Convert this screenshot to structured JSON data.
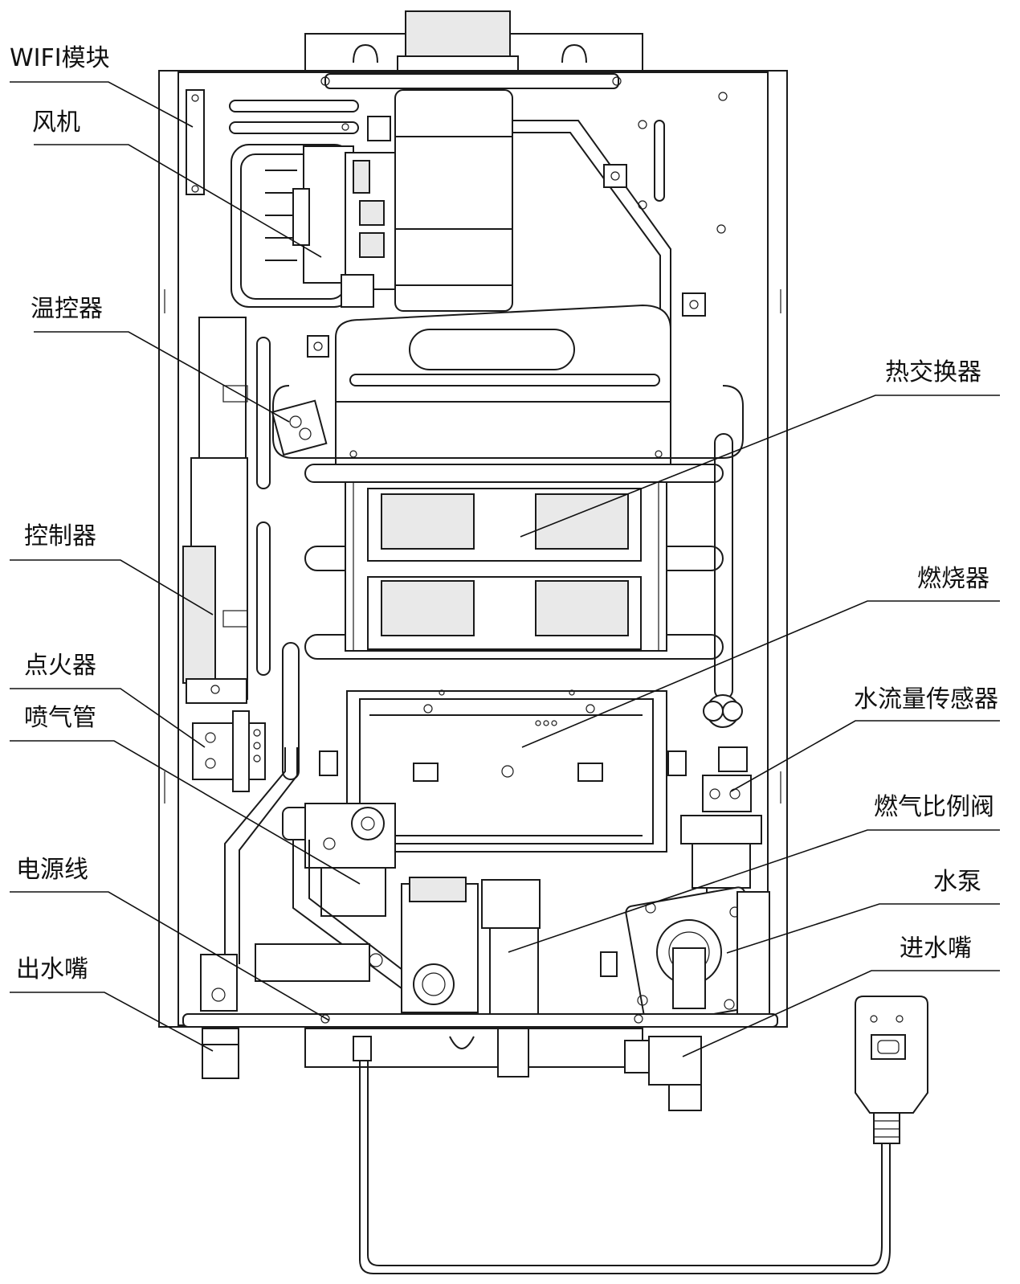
{
  "labels": {
    "wifi": "WIFI模块",
    "fan": "风机",
    "thermostat": "温控器",
    "controller": "控制器",
    "igniter": "点火器",
    "nozzle": "喷气管",
    "power_cord": "电源线",
    "water_outlet": "出水嘴",
    "heat_exchanger": "热交换器",
    "burner": "燃烧器",
    "flow_sensor": "水流量传感器",
    "gas_valve": "燃气比例阀",
    "pump": "水泵",
    "water_inlet": "进水嘴"
  },
  "colors": {
    "line": "#111111",
    "fill": "#e9e9e9",
    "background": "#ffffff"
  }
}
